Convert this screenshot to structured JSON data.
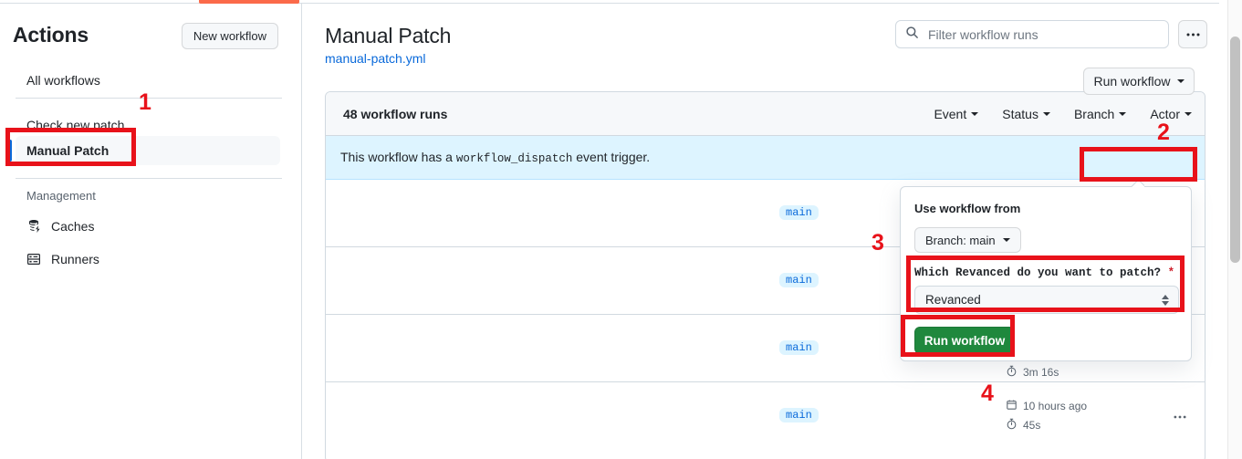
{
  "sidebar": {
    "title": "Actions",
    "new_workflow_label": "New workflow",
    "items": [
      {
        "label": "All workflows",
        "icon": ""
      },
      {
        "label": "Check new patch",
        "icon": ""
      },
      {
        "label": "Manual Patch",
        "icon": "",
        "active": true
      }
    ],
    "management_label": "Management",
    "management_items": [
      {
        "label": "Caches",
        "icon": "cache-icon"
      },
      {
        "label": "Runners",
        "icon": "server-icon"
      }
    ]
  },
  "header": {
    "page_title": "Manual Patch",
    "workflow_file": "manual-patch.yml",
    "search_placeholder": "Filter workflow runs",
    "search_value": "",
    "kebab_label": "..."
  },
  "runs": {
    "count_label": "48 workflow runs",
    "filters": [
      {
        "label": "Event"
      },
      {
        "label": "Status"
      },
      {
        "label": "Branch"
      },
      {
        "label": "Actor"
      }
    ],
    "dispatch_banner": {
      "text_before": "This workflow has a",
      "event_code": "workflow_dispatch",
      "text_after": "event trigger."
    },
    "run_workflow_button": "Run workflow",
    "rows": [
      {
        "branch": "main",
        "duration": "",
        "when": ""
      },
      {
        "branch": "main",
        "duration": "",
        "when": ""
      },
      {
        "branch": "main",
        "duration": "3m 16s",
        "when": ""
      },
      {
        "branch": "main",
        "duration": "45s",
        "when": "10 hours ago"
      }
    ]
  },
  "popover": {
    "use_workflow_from_label": "Use workflow from",
    "branch_selector_value": "Branch: main",
    "input_label": "Which Revanced do you want to patch?",
    "required_marker": "*",
    "select_value": "Revanced",
    "submit_label": "Run workflow"
  },
  "annotations": [
    {
      "number": "1"
    },
    {
      "number": "2"
    },
    {
      "number": "3"
    },
    {
      "number": "4"
    }
  ],
  "colors": {
    "accent_blue": "#0969da",
    "green": "#1f883d",
    "annotation_red": "#e8121a",
    "banner_blue": "#ddf4ff",
    "sliver_orange": "#fb6a4a"
  }
}
